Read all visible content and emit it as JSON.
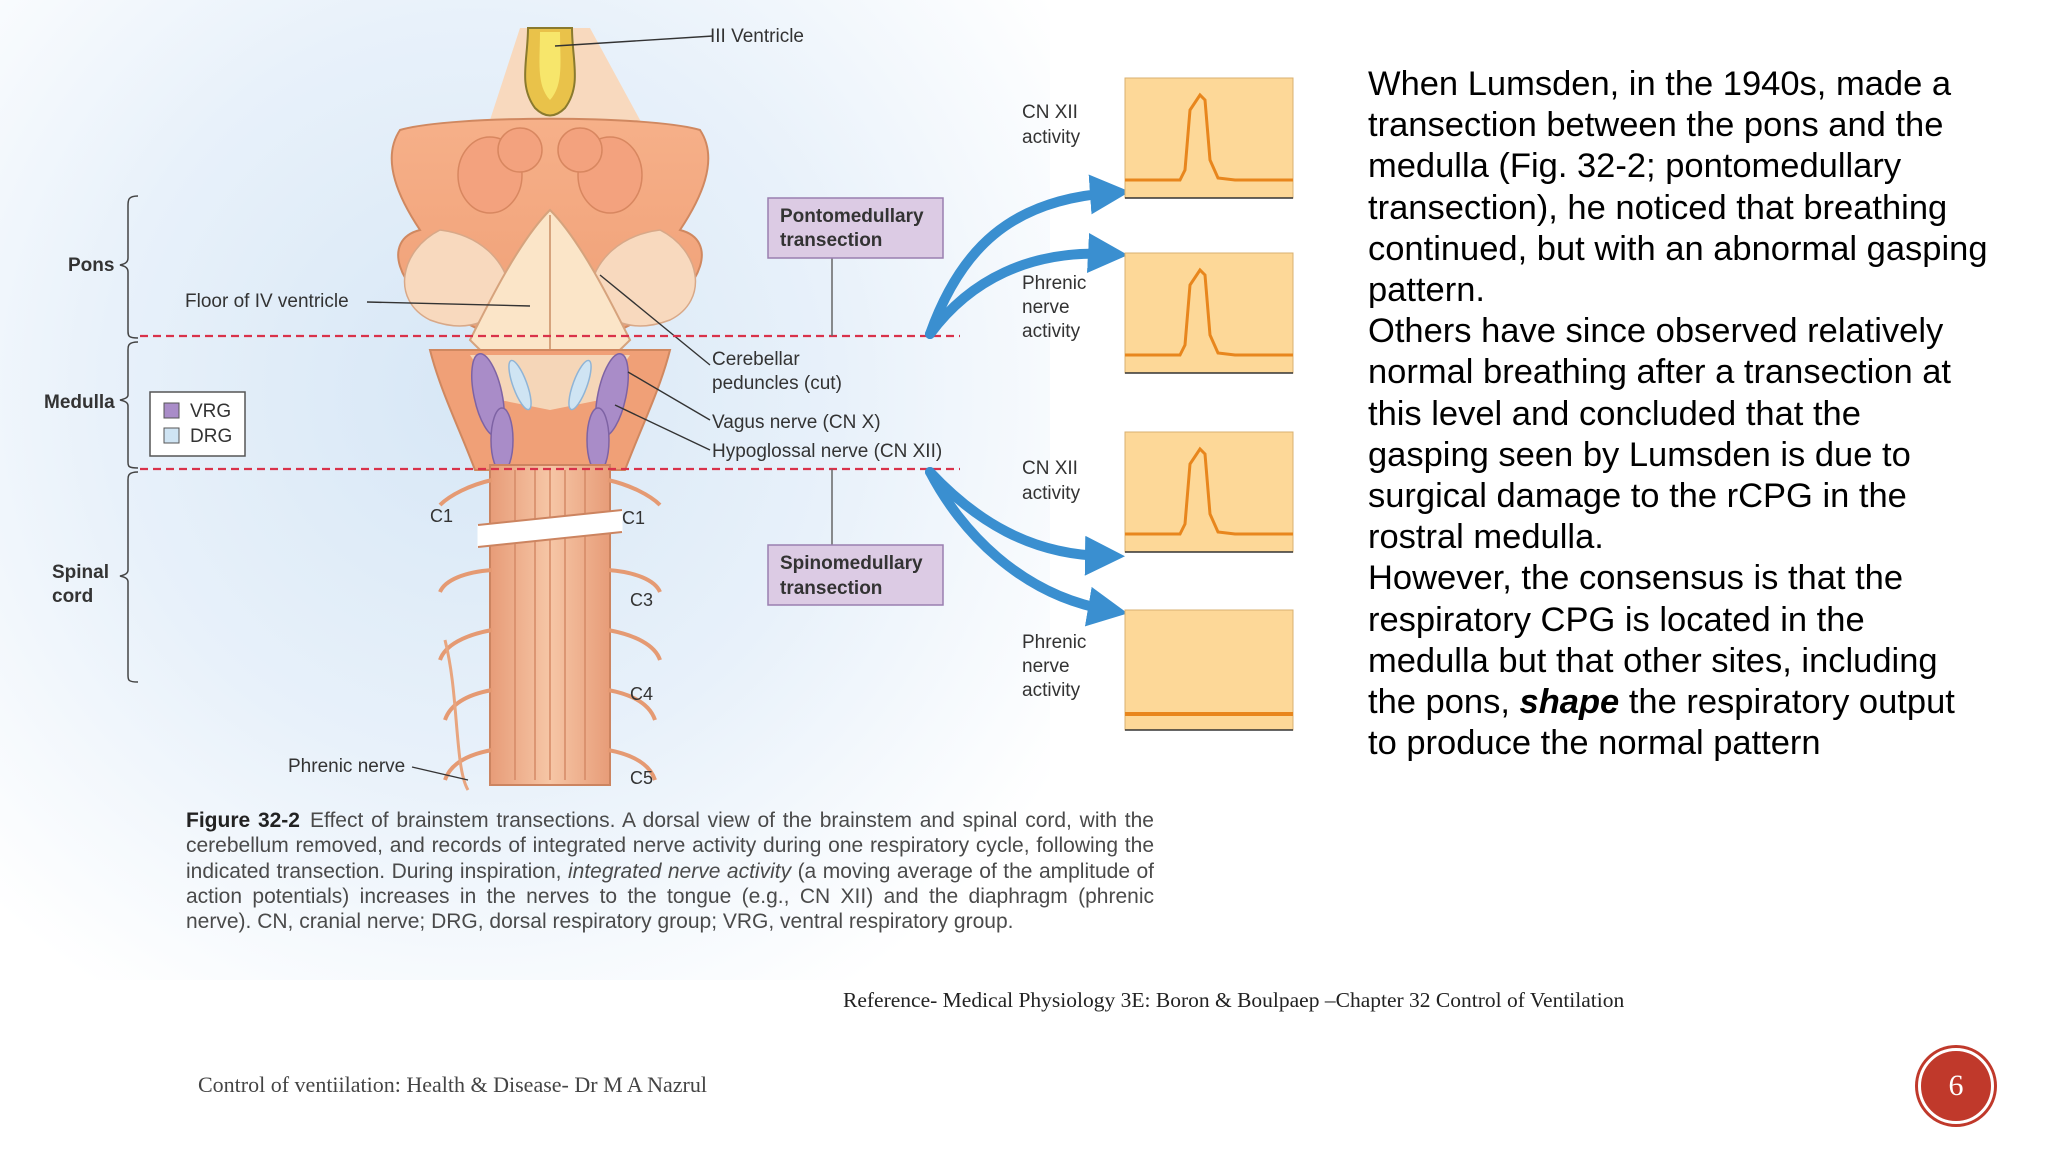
{
  "figure": {
    "labels": {
      "third_ventricle": "III Ventricle",
      "floor_iv_ventricle": "Floor of IV ventricle",
      "cerebellar_peduncles_1": "Cerebellar",
      "cerebellar_peduncles_2": "peduncles (cut)",
      "vagus_nerve": "Vagus nerve (CN X)",
      "hypoglossal_nerve": "Hypoglossal nerve (CN XII)",
      "phrenic_nerve": "Phrenic nerve",
      "c1_left": "C1",
      "c1_right": "C1",
      "c3": "C3",
      "c4": "C4",
      "c5": "C5"
    },
    "regions": {
      "pons": "Pons",
      "medulla": "Medulla",
      "spinal_1": "Spinal",
      "spinal_2": "cord"
    },
    "legend": {
      "vrg": "VRG",
      "drg": "DRG"
    },
    "transections": {
      "pontomedullary_1": "Pontomedullary",
      "pontomedullary_2": "transection",
      "spinomedullary_1": "Spinomedullary",
      "spinomedullary_2": "transection"
    },
    "traces": [
      {
        "label_1": "CN XII",
        "label_2": "activity",
        "label_3": "",
        "burst": true
      },
      {
        "label_1": "Phrenic",
        "label_2": "nerve",
        "label_3": "activity",
        "burst": true
      },
      {
        "label_1": "CN XII",
        "label_2": "activity",
        "label_3": "",
        "burst": true
      },
      {
        "label_1": "Phrenic",
        "label_2": "nerve",
        "label_3": "activity",
        "burst": false
      }
    ],
    "colors": {
      "trace_fill": "#fdd898",
      "trace_line": "#e8861d",
      "transection_line": "#d9324a",
      "transection_box": "#dccbe4",
      "arrow": "#3a8fd0",
      "vrg": "#a98cc8",
      "drg": "#cfe4f3"
    }
  },
  "caption": {
    "label": "Figure 32-2",
    "part1": "Effect of brainstem transections. A dorsal view of the brainstem and spinal cord, with the cerebellum removed, and records of integrated nerve activity during one respiratory cycle, following the indicated transection. During inspiration, ",
    "italic": "integrated nerve activity",
    "part2": " (a moving average of the amplitude of action potentials) increases in the nerves to the tongue (e.g., CN XII) and the diaphragm (phrenic nerve). CN, cranial nerve; DRG, dorsal respiratory group; VRG, ventral respiratory group."
  },
  "text": {
    "p1": "When Lumsden, in the 1940s, made a transection between the pons and the medulla (Fig. 32-2; pontomedullary transection), he noticed that breathing continued, but with an abnormal gasping pattern.",
    "p2": "Others have since observed relatively normal breathing after a transection at this level and concluded that the gasping seen by Lumsden is due to surgical damage to the rCPG in the rostral medulla.",
    "p3_a": "However, the consensus is that the respiratory CPG is located in the medulla but that other sites, including the pons, ",
    "p3_bold": "shape",
    "p3_b": " the respiratory output to produce the normal pattern"
  },
  "reference": "Reference- Medical Physiology 3E: Boron & Boulpaep –Chapter 32 Control of Ventilation",
  "footer": "Control of ventiilation: Health & Disease- Dr M A Nazrul",
  "page_number": "6"
}
